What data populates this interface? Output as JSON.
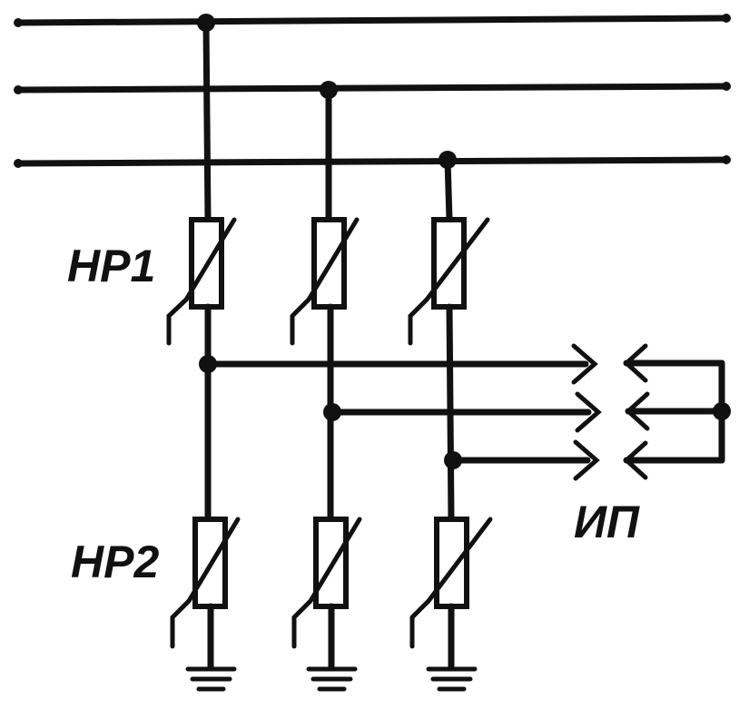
{
  "labels": {
    "hr1": "НР1",
    "hr2": "НР2",
    "ip": "ИП"
  },
  "colors": {
    "line": "#111111",
    "background": "#ffffff"
  },
  "components": {
    "phase_lines": 3,
    "upper_varistors": 3,
    "lower_varistors": 3,
    "ground_symbols": 3,
    "connector_pins": 3
  }
}
